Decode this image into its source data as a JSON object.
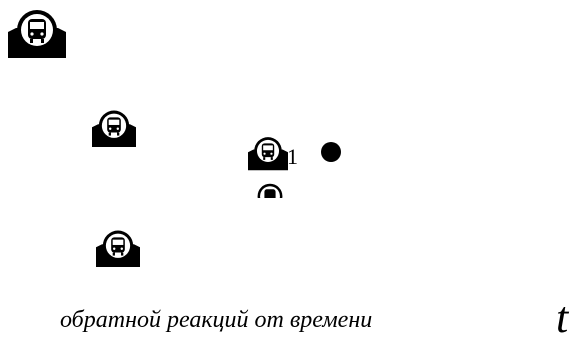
{
  "icons": {
    "metro_icon_name": "metro-train-icon",
    "color_fill": "#000000",
    "color_bg": "#ffffff"
  },
  "labels": {
    "subscript": "1",
    "caption": "обратной реакций от времени",
    "t_symbol": "t"
  }
}
